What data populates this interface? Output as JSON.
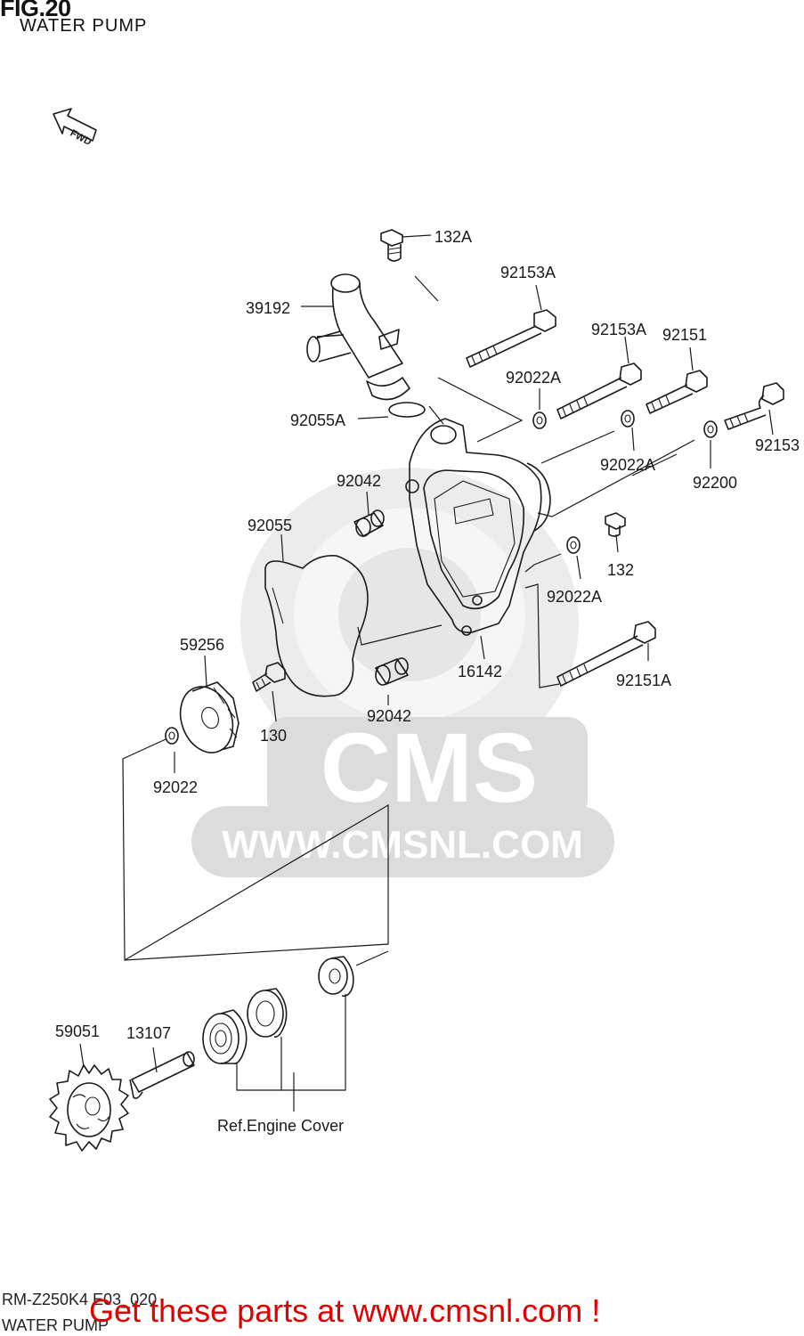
{
  "header": {
    "title": "FIG.20",
    "subtitle": "WATER PUMP"
  },
  "watermark": {
    "brand": "CMS",
    "url": "WWW.CMSNL.COM"
  },
  "direction_arrow": {
    "label": "FWD",
    "icon": "fwd-arrow-icon"
  },
  "callouts": {
    "p132A": "132A",
    "p92153A_1": "92153A",
    "p39192": "39192",
    "p92153A_2": "92153A",
    "p92151": "92151",
    "p92022A_1": "92022A",
    "p92055A": "92055A",
    "p92153": "92153",
    "p92022A_2": "92022A",
    "p92200": "92200",
    "p92042_1": "92042",
    "p92055": "92055",
    "p132": "132",
    "p92022A_3": "92022A",
    "p59256": "59256",
    "p16142": "16142",
    "p92151A": "92151A",
    "p130": "130",
    "p92042_2": "92042",
    "p92022": "92022",
    "p59051": "59051",
    "p13107": "13107",
    "ref_engine_cover": "Ref.Engine Cover"
  },
  "footer": {
    "code": "RM-Z250K4 E03_020",
    "subtitle": "WATER PUMP",
    "promo": "Get these parts at www.cmsnl.com !",
    "promo_color": "#e00000"
  }
}
